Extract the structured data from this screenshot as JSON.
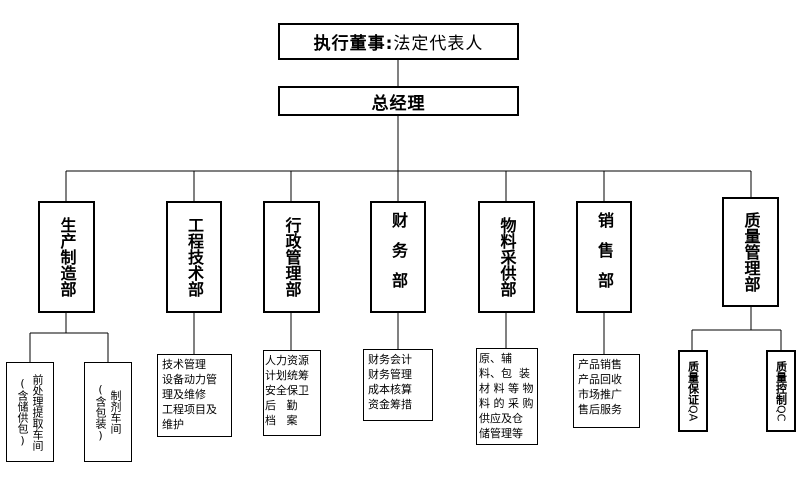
{
  "chairman": {
    "role": "执行董事:",
    "sub": "法定代表人"
  },
  "gm": {
    "label": "总经理"
  },
  "departments": [
    {
      "name": "生产制造部"
    },
    {
      "name": "工程技术部",
      "duty": "技术管理\n设备动力管\n理及维修\n工程项目及\n维护"
    },
    {
      "name": "行政管理部",
      "duty": "人力资源\n计划统筹\n安全保卫\n后   勤\n档   案"
    },
    {
      "name": "财务部",
      "duty": "财务会计\n财务管理\n成本核算\n资金筹措"
    },
    {
      "name": "物料采供部",
      "duty": "原、辅\n料、包  装\n材 料 等 物\n料 的 采 购\n供应及仓\n储管理等"
    },
    {
      "name": "销售部",
      "duty": "产品销售\n产品回收\n市场推广\n售后服务"
    },
    {
      "name": "质量管理部"
    }
  ],
  "production_sub": [
    {
      "main": "前处理提取车间",
      "note": "(含储供包)"
    },
    {
      "main": "制剂车间",
      "note": "(含包装)"
    }
  ],
  "quality_sub": [
    {
      "main": "质量保证",
      "code": "QA"
    },
    {
      "main": "质量控制",
      "code": "QC"
    }
  ]
}
